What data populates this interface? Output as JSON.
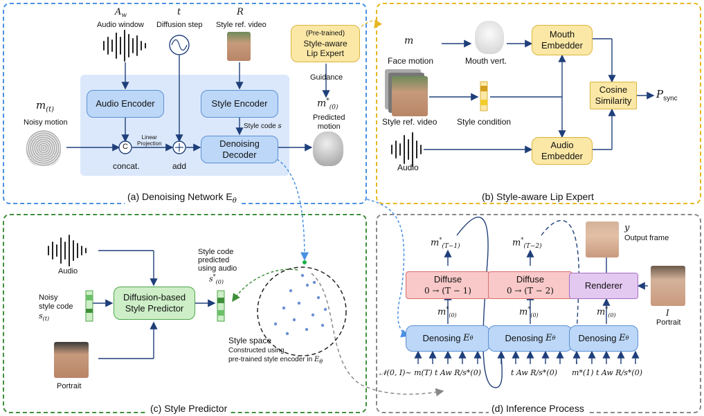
{
  "panels": {
    "a": {
      "caption": "(a) Denoising Network  E",
      "sub": "θ"
    },
    "b": {
      "caption": "(b) Style-aware Lip Expert"
    },
    "c": {
      "caption": "(c) Style Predictor"
    },
    "d": {
      "caption": "(d) Inference Process"
    }
  },
  "a": {
    "aw_sym": "A",
    "aw_sub": "w",
    "aw_label": "Audio window",
    "t_sym": "t",
    "t_label": "Diffusion step",
    "r_sym": "R",
    "r_label": "Style ref. video",
    "m_sym": "m",
    "m_sub": "(t)",
    "m_label": "Noisy motion",
    "audio_encoder": "Audio Encoder",
    "style_encoder": "Style Encoder",
    "denoising_decoder_1": "Denoising",
    "denoising_decoder_2": "Decoder",
    "concat_sym": "C",
    "concat_label": "concat.",
    "add_label": "add",
    "linear_projection_1": "Linear",
    "linear_projection_2": "Projection",
    "style_code_label": "Style code",
    "style_code_sym": "s",
    "pretrained_1": "(Pre-trained)",
    "pretrained_2": "Style-aware",
    "pretrained_3": "Lip Expert",
    "guidance": "Guidance",
    "pred_sym": "m",
    "pred_sup": "*",
    "pred_sub": "(0)",
    "pred_label_1": "Predicted",
    "pred_label_2": "motion"
  },
  "b": {
    "m_sym": "m",
    "face_motion": "Face motion",
    "mouth_vert": "Mouth vert.",
    "mouth_embedder_1": "Mouth",
    "mouth_embedder_2": "Embedder",
    "style_ref": "Style ref. video",
    "style_condition": "Style condition",
    "cosine_1": "Cosine",
    "cosine_2": "Similarity",
    "psync_sym": "P",
    "psync_sub": "sync",
    "audio": "Audio",
    "audio_embedder_1": "Audio",
    "audio_embedder_2": "Embedder"
  },
  "c": {
    "audio": "Audio",
    "noisy_1": "Noisy",
    "noisy_2": "style code",
    "noisy_sym": "s",
    "noisy_sub": "(t)",
    "predictor_1": "Diffusion-based",
    "predictor_2": "Style Predictor",
    "portrait": "Portrait",
    "code_1": "Style code",
    "code_2": "predicted",
    "code_3": "using audio",
    "code_sym": "s",
    "code_sup": "*",
    "code_sub": "(0)",
    "space_title": "Style space",
    "space_1": "Constructed using",
    "space_2": "pre-trained style encoder in",
    "space_sym": "E",
    "space_sub": "θ"
  },
  "d": {
    "m1_sym": "m",
    "m1_sup": "*",
    "m1_sub": "(T−1)",
    "m2_sym": "m",
    "m2_sup": "*",
    "m2_sub": "(T−2)",
    "diffuse": "Diffuse",
    "diffuse_1": "0 → (T − 1)",
    "diffuse_2": "0 → (T − 2)",
    "renderer": "Renderer",
    "m0_sym": "m",
    "m0_sup": "*",
    "m0_sub": "(0)",
    "denosing": "Denosing",
    "e_sym": "E",
    "e_sub": "θ",
    "y_sym": "y",
    "output_frame": "Output frame",
    "i_sym": "I",
    "portrait": "Portrait",
    "inputs_1": "𝒩(0, I)~ m(T)  t   Aw  R/s*(0)",
    "inputs_2": "t   Aw  R/s*(0)",
    "inputs_3": "m*(1)  t   Aw  R/s*(0)"
  },
  "colors": {
    "panel_a": "#4a90e2",
    "panel_b": "#e6b820",
    "panel_c": "#3f8f3a",
    "panel_d": "#888888",
    "arrow": "#1f3f7a"
  }
}
